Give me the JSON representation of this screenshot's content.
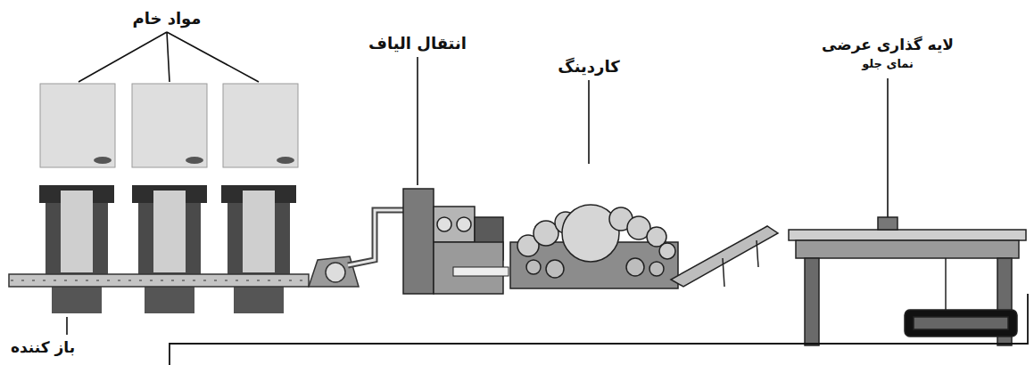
{
  "diagram": {
    "labels": [
      "مواد خام",
      "انتقال الیاف",
      "کاردینگ",
      "لایه گذاری عرضی",
      "نمای جلو",
      "باز کننده"
    ]
  }
}
